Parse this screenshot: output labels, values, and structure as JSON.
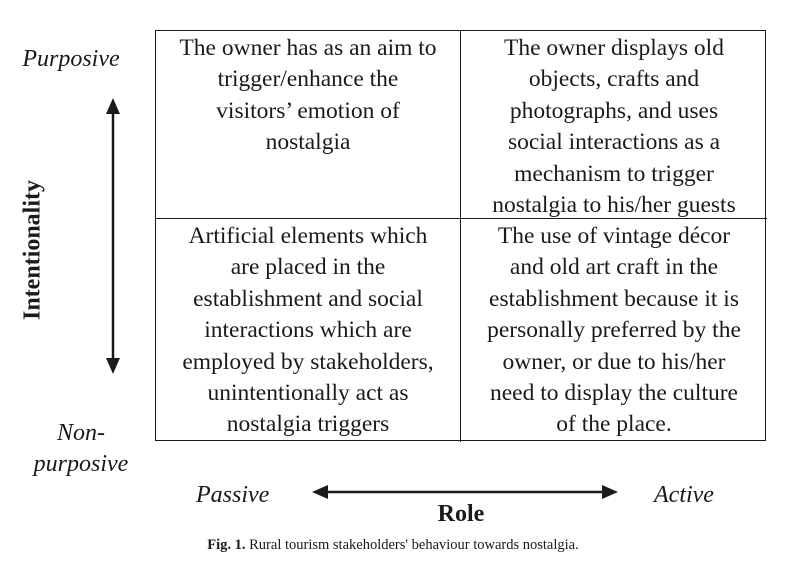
{
  "y_axis": {
    "top_label": "Purposive",
    "bottom_label": "Non-\npurposive",
    "title": "Intentionality"
  },
  "x_axis": {
    "left_label": "Passive",
    "right_label": "Active",
    "title": "Role"
  },
  "cells": [
    "The owner has as an aim to\ntrigger/enhance the\nvisitors’ emotion of\nnostalgia",
    "The owner displays old\nobjects, crafts and\nphotographs, and uses\nsocial interactions as a\nmechanism to trigger\nnostalgia to his/her guests",
    "Artificial elements which\nare placed in the\nestablishment and social\ninteractions which are\nemployed by stakeholders,\nunintentionally act as\nnostalgia triggers",
    "The use of vintage décor\nand old art craft in the\nestablishment because it is\npersonally preferred by the\nowner, or due to his/her\nneed to display the culture\nof the place."
  ],
  "caption": {
    "label": "Fig. 1.",
    "text": "Rural tourism stakeholders' behaviour towards nostalgia."
  }
}
